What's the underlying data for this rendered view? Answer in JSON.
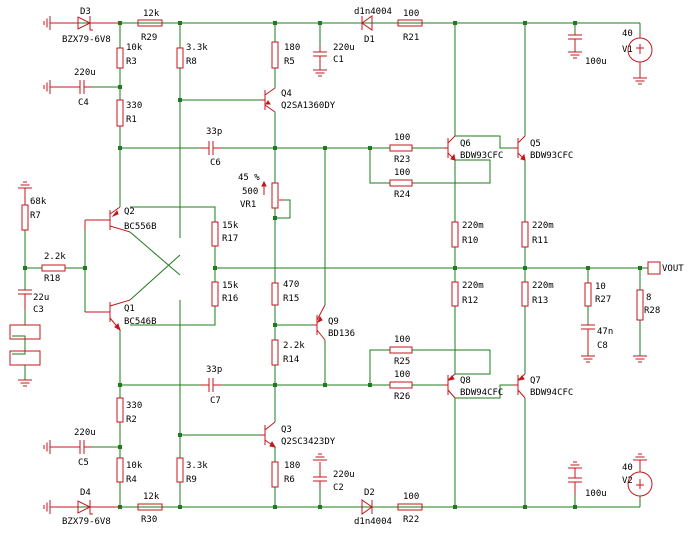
{
  "components": [
    {
      "id": "D3",
      "ref": "D3",
      "value": "BZX79-6V8"
    },
    {
      "id": "D4",
      "ref": "D4",
      "value": "BZX79-6V8"
    },
    {
      "id": "R29",
      "ref": "R29",
      "value": "12k"
    },
    {
      "id": "R30",
      "ref": "R30",
      "value": "12k"
    },
    {
      "id": "R3",
      "ref": "R3",
      "value": "10k"
    },
    {
      "id": "R4",
      "ref": "R4",
      "value": "10k"
    },
    {
      "id": "C4",
      "ref": "C4",
      "value": "220u"
    },
    {
      "id": "C5",
      "ref": "C5",
      "value": "220u"
    },
    {
      "id": "R1",
      "ref": "R1",
      "value": "330"
    },
    {
      "id": "R2",
      "ref": "R2",
      "value": "330"
    },
    {
      "id": "R8",
      "ref": "R8",
      "value": "3.3k"
    },
    {
      "id": "R9",
      "ref": "R9",
      "value": "3.3k"
    },
    {
      "id": "R5",
      "ref": "R5",
      "value": "180"
    },
    {
      "id": "R6",
      "ref": "R6",
      "value": "180"
    },
    {
      "id": "Q4",
      "ref": "Q4",
      "value": "Q2SA1360DY"
    },
    {
      "id": "Q3",
      "ref": "Q3",
      "value": "Q2SC3423DY"
    },
    {
      "id": "C1",
      "ref": "C1",
      "value": "220u"
    },
    {
      "id": "C2",
      "ref": "C2",
      "value": "220u"
    },
    {
      "id": "D1",
      "ref": "D1",
      "value": "d1n4004"
    },
    {
      "id": "D2",
      "ref": "D2",
      "value": "d1n4004"
    },
    {
      "id": "R21",
      "ref": "R21",
      "value": "100"
    },
    {
      "id": "R22",
      "ref": "R22",
      "value": "100"
    },
    {
      "id": "CV1",
      "ref": "",
      "value": "100u"
    },
    {
      "id": "CV2",
      "ref": "",
      "value": "100u"
    },
    {
      "id": "V1",
      "ref": "V1",
      "value": "40"
    },
    {
      "id": "V2",
      "ref": "V2",
      "value": "40"
    },
    {
      "id": "C6",
      "ref": "C6",
      "value": "33p"
    },
    {
      "id": "C7",
      "ref": "C7",
      "value": "33p"
    },
    {
      "id": "R23",
      "ref": "R23",
      "value": "100"
    },
    {
      "id": "R24",
      "ref": "R24",
      "value": "100"
    },
    {
      "id": "R25",
      "ref": "R25",
      "value": "100"
    },
    {
      "id": "R26",
      "ref": "R26",
      "value": "100"
    },
    {
      "id": "Q6",
      "ref": "Q6",
      "value": "BDW93CFC"
    },
    {
      "id": "Q5",
      "ref": "Q5",
      "value": "BDW93CFC"
    },
    {
      "id": "Q8",
      "ref": "Q8",
      "value": "BDW94CFC"
    },
    {
      "id": "Q7",
      "ref": "Q7",
      "value": "BDW94CFC"
    },
    {
      "id": "VR1",
      "ref": "VR1",
      "value": "500",
      "setting": "45 %"
    },
    {
      "id": "R7",
      "ref": "R7",
      "value": "68k"
    },
    {
      "id": "R18",
      "ref": "R18",
      "value": "2.2k"
    },
    {
      "id": "C3",
      "ref": "C3",
      "value": "22u"
    },
    {
      "id": "Q2",
      "ref": "Q2",
      "value": "BC556B"
    },
    {
      "id": "Q1",
      "ref": "Q1",
      "value": "BC546B"
    },
    {
      "id": "R17",
      "ref": "R17",
      "value": "15k"
    },
    {
      "id": "R16",
      "ref": "R16",
      "value": "15k"
    },
    {
      "id": "R15",
      "ref": "R15",
      "value": "470"
    },
    {
      "id": "R14",
      "ref": "R14",
      "value": "2.2k"
    },
    {
      "id": "Q9",
      "ref": "Q9",
      "value": "BD136"
    },
    {
      "id": "R10",
      "ref": "R10",
      "value": "220m"
    },
    {
      "id": "R11",
      "ref": "R11",
      "value": "220m"
    },
    {
      "id": "R12",
      "ref": "R12",
      "value": "220m"
    },
    {
      "id": "R13",
      "ref": "R13",
      "value": "220m"
    },
    {
      "id": "R27",
      "ref": "R27",
      "value": "10"
    },
    {
      "id": "C8",
      "ref": "C8",
      "value": "47n"
    },
    {
      "id": "R28",
      "ref": "R28",
      "value": "8"
    }
  ],
  "output_label": "VOUT"
}
